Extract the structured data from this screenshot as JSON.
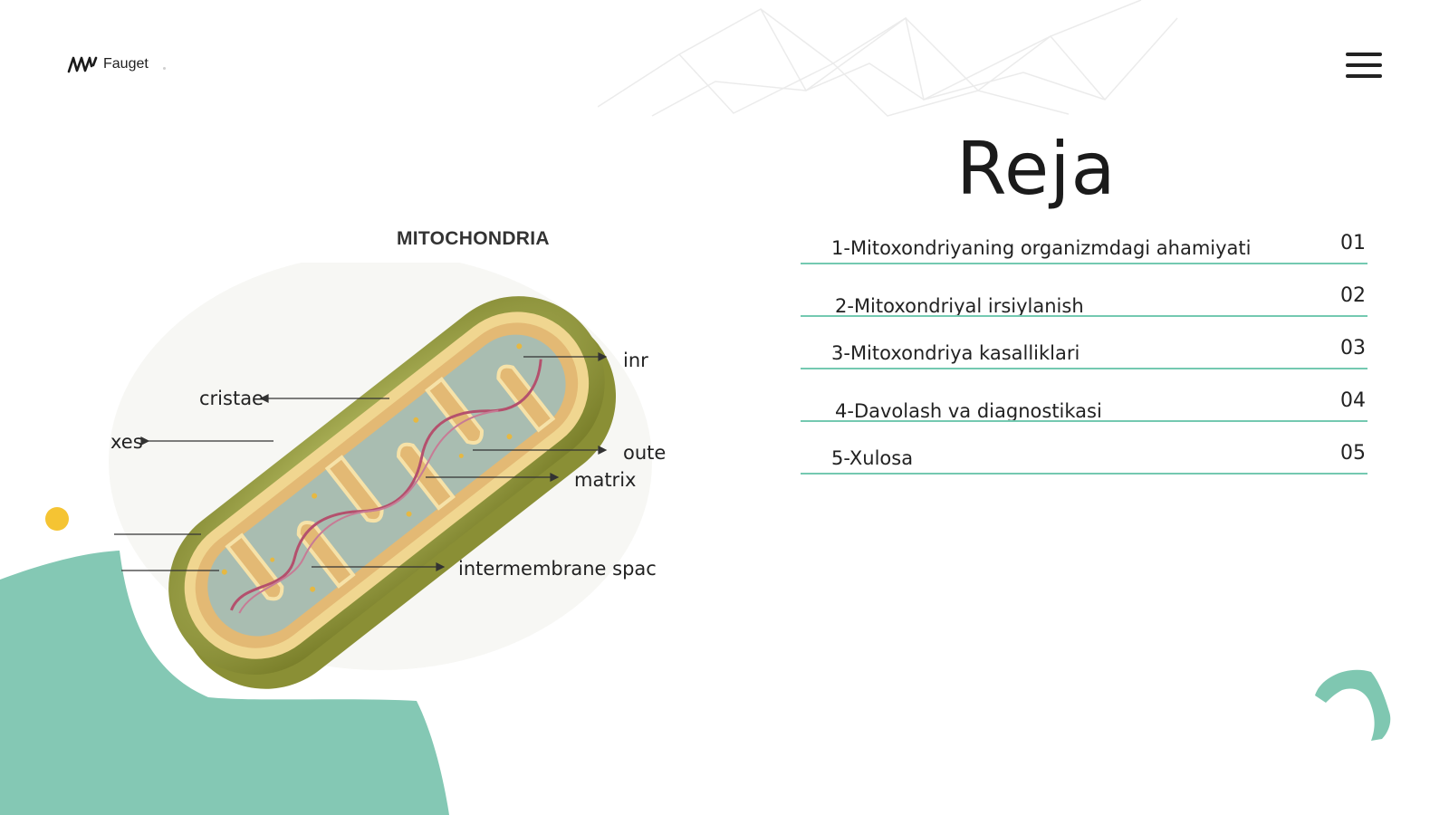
{
  "header": {
    "logo_text": "Fauget",
    "logo_icon": "wave-logo-icon",
    "menu_icon": "hamburger-menu-icon"
  },
  "title": "Reja",
  "agenda": [
    {
      "label": "1-Mitoxondriyaning organizmdagi ahamiyati",
      "num": "01"
    },
    {
      "label": "2-Mitoxondriyal irsiylanish",
      "num": "02"
    },
    {
      "label": "3-Mitoxondriya kasalliklari",
      "num": "03"
    },
    {
      "label": "4-Davolash va diagnostikasi",
      "num": "04"
    },
    {
      "label": "5-Xulosa",
      "num": "05"
    }
  ],
  "diagram": {
    "title": "MITOCHONDRIA",
    "labels": {
      "cristae": "cristae",
      "xes": "xes",
      "inner": "inr",
      "outer": "oute",
      "matrix": "matrix",
      "intermembrane": "intermembrane spac"
    }
  },
  "colors": {
    "accent": "#74c9b1",
    "teal_shape": "#84c8b4",
    "yellow_dot": "#f5c433",
    "text": "#222222"
  }
}
